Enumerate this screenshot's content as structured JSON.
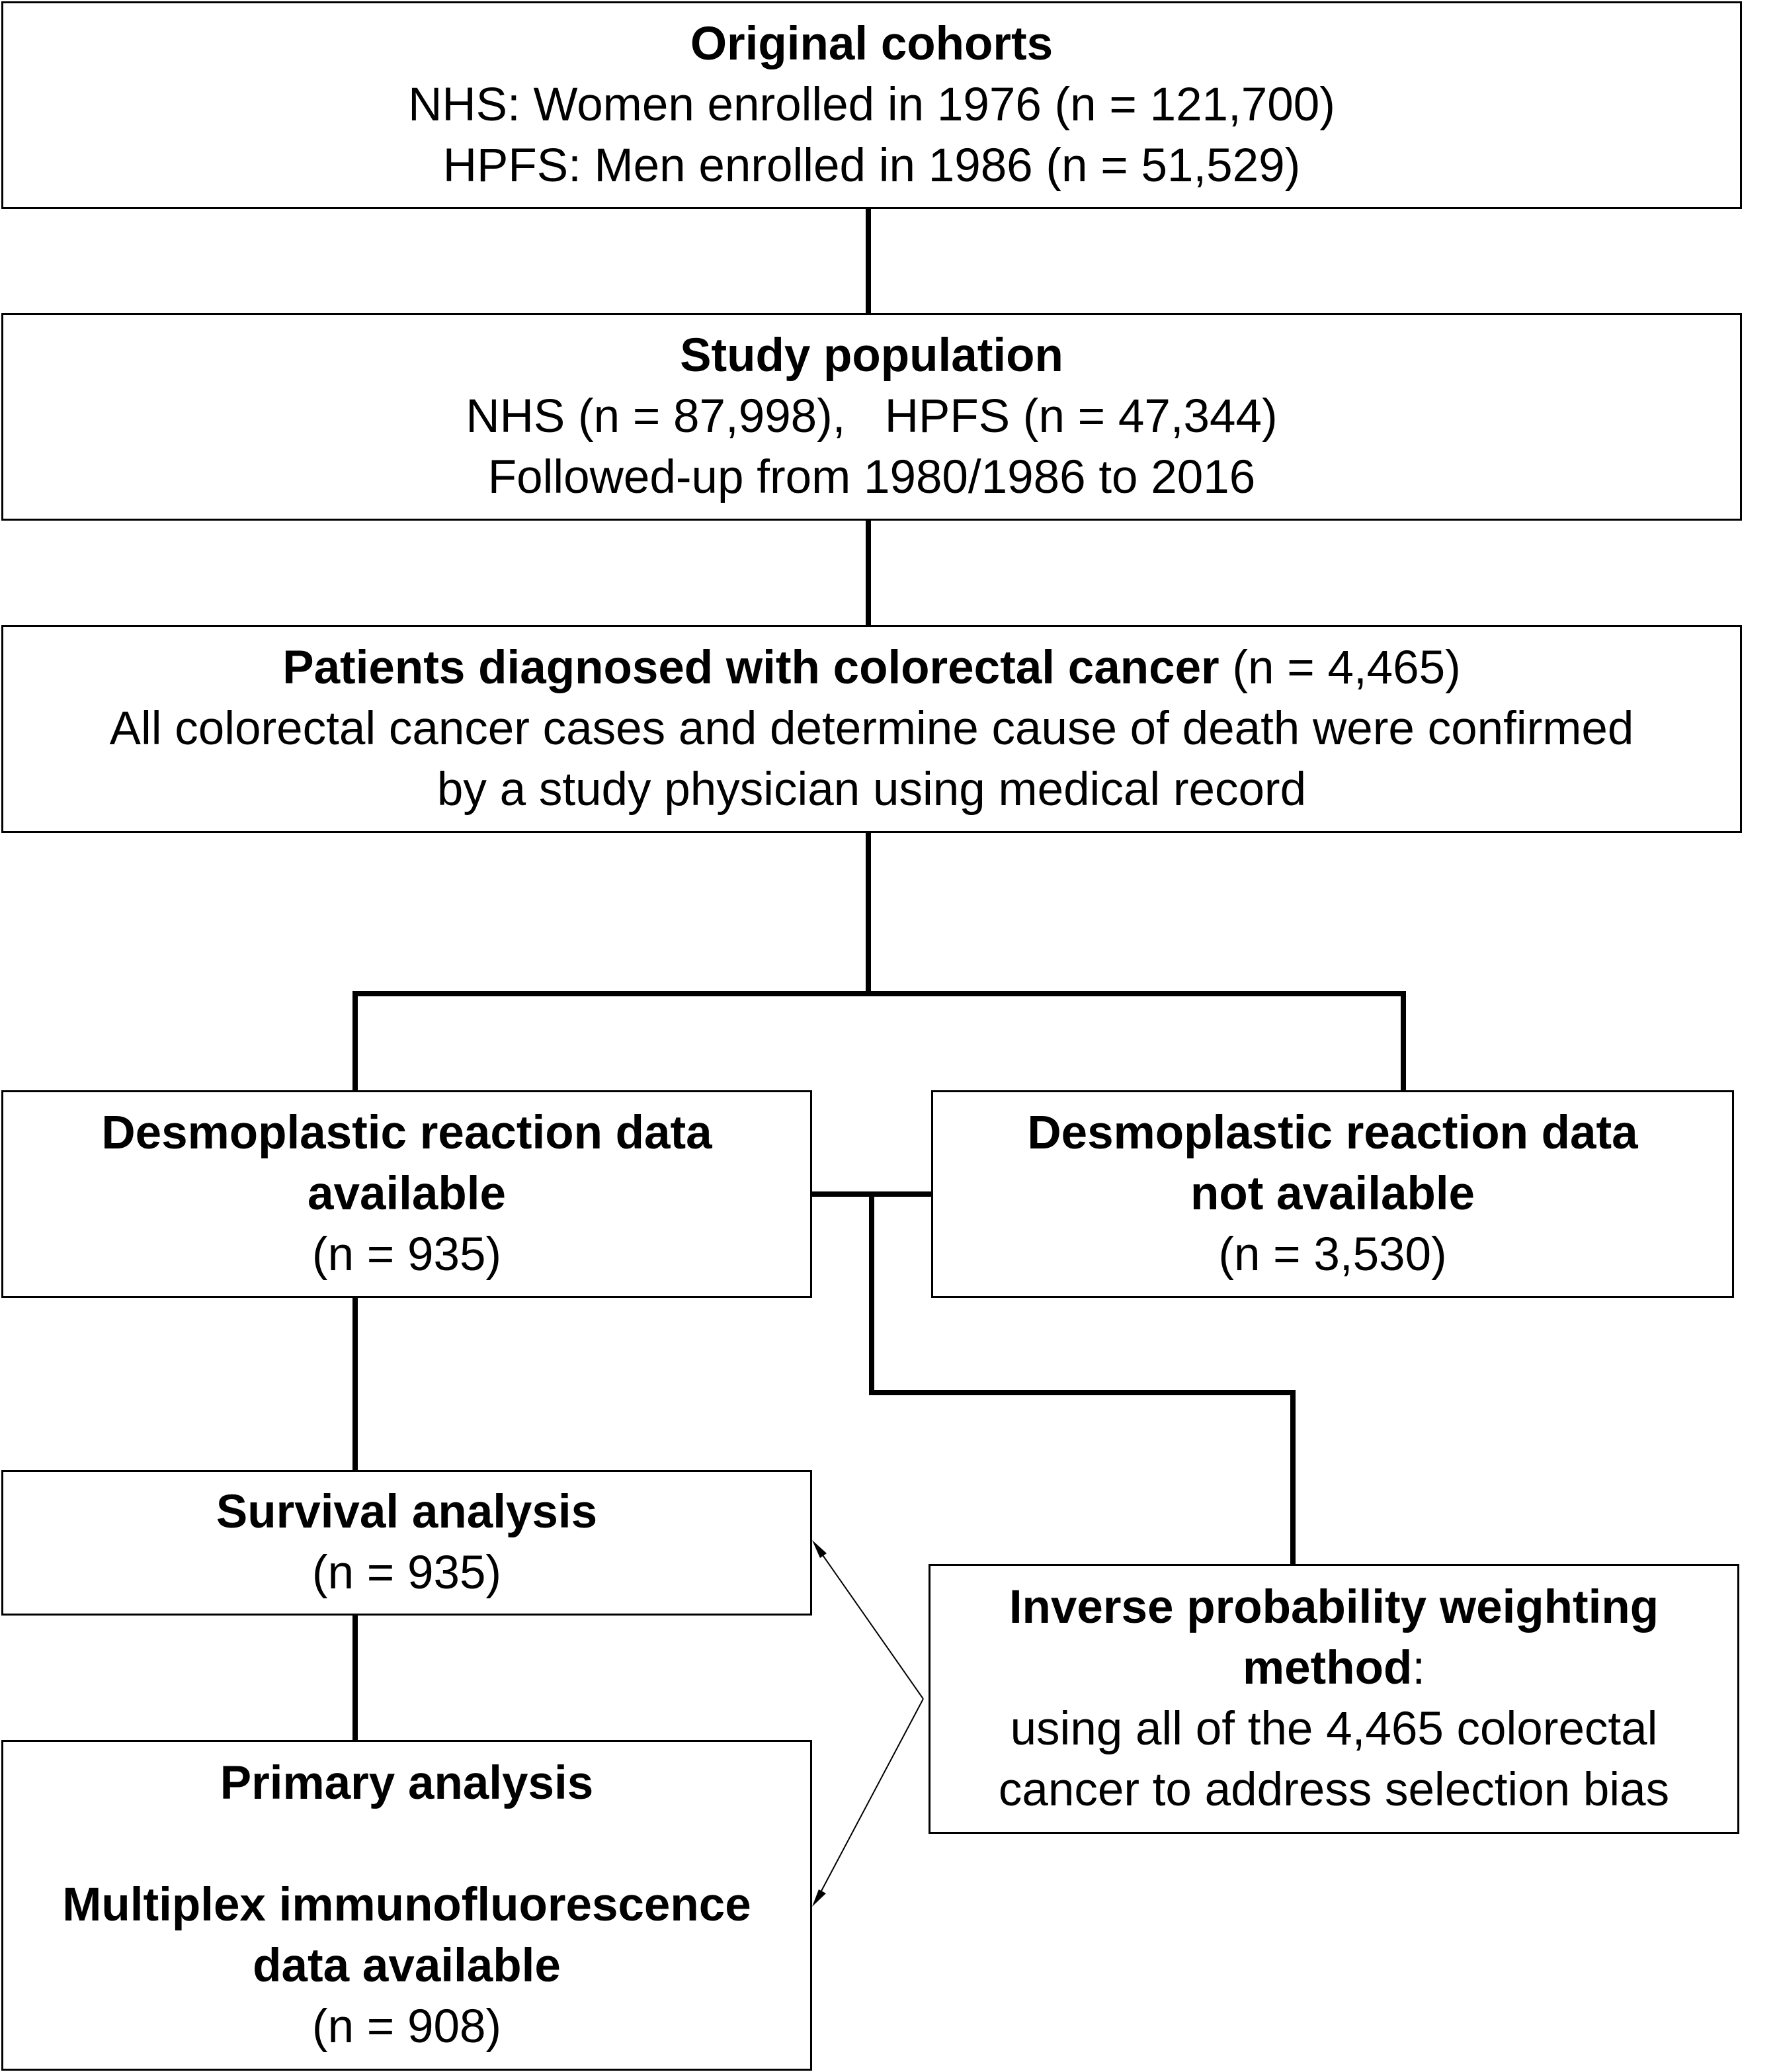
{
  "original": {
    "title": "Original cohorts",
    "line1": "NHS: Women enrolled in 1976 (n = 121,700)",
    "line2": "HPFS: Men enrolled in 1986 (n = 51,529)"
  },
  "study": {
    "title": "Study population",
    "line1": "NHS (n = 87,998),   HPFS (n = 47,344)",
    "line2": "Followed-up from 1980/1986 to 2016"
  },
  "patients": {
    "title": "Patients diagnosed with colorectal cancer",
    "count": " (n = 4,465)",
    "line1": "All colorectal cancer cases and determine cause of death were confirmed",
    "line2": "by a study physician using medical record"
  },
  "dr_available": {
    "title_line1": "Desmoplastic reaction data",
    "title_line2": "available",
    "count": "(n = 935)"
  },
  "dr_not_available": {
    "title_line1": "Desmoplastic reaction data",
    "title_line2": "not available",
    "count": "(n = 3,530)"
  },
  "survival": {
    "title": "Survival analysis",
    "count": "(n = 935)"
  },
  "ipw": {
    "title_line1": "Inverse probability weighting",
    "title_line2": "method",
    "colon": ":",
    "line1": "using all of the 4,465 colorectal",
    "line2": "cancer to address selection bias"
  },
  "primary": {
    "title": "Primary analysis",
    "sub_line1": "Multiplex immunofluorescence",
    "sub_line2": "data available",
    "count": "(n = 908)"
  },
  "colors": {
    "line": "#000000",
    "box_border": "#000000",
    "background": "#ffffff"
  }
}
